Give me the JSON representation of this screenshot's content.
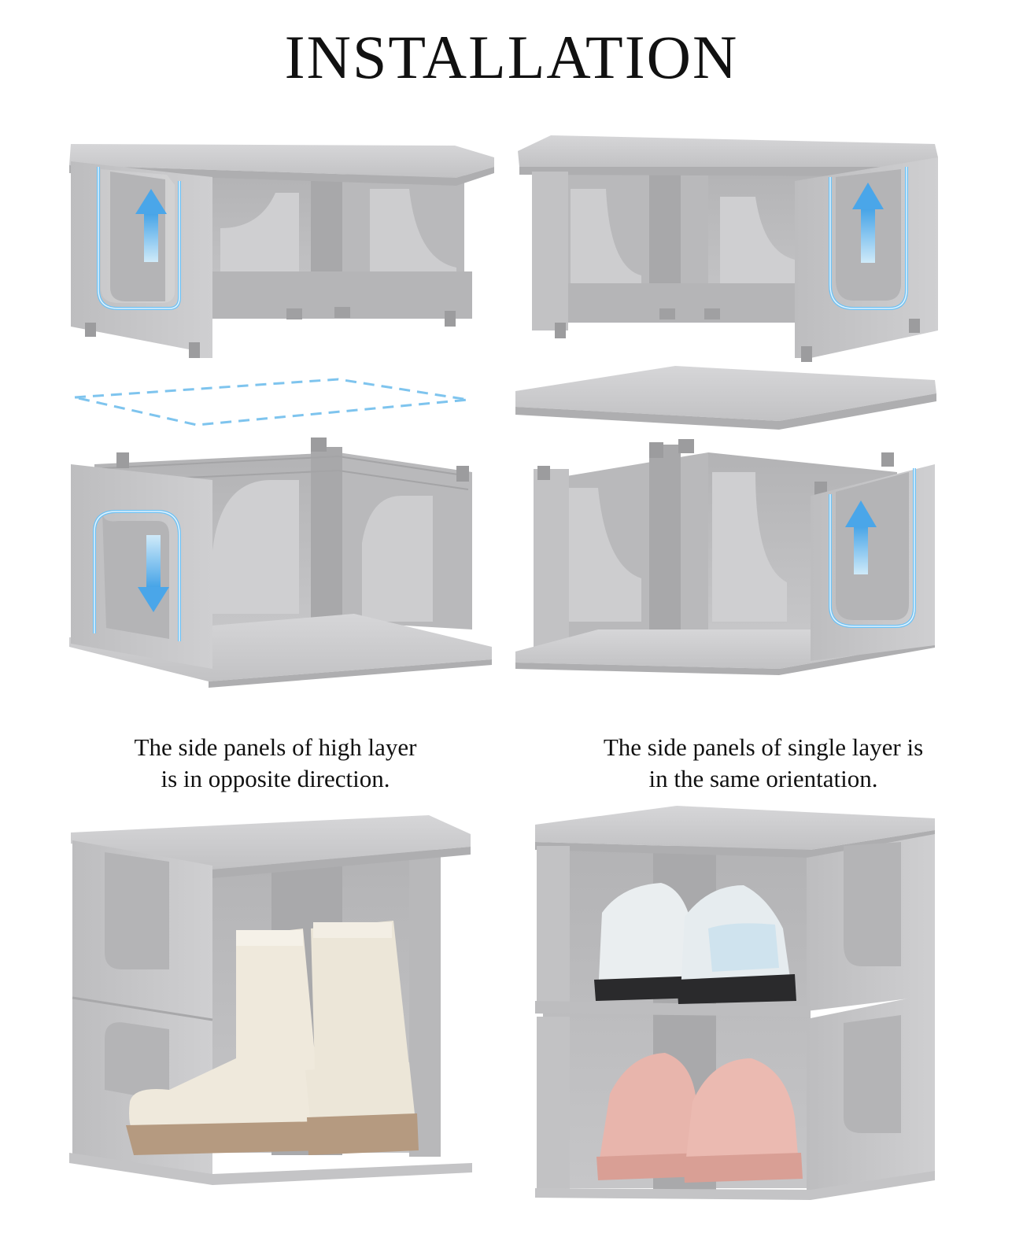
{
  "title": "INSTALLATION",
  "captions": {
    "left": {
      "line1": "The side panels of high layer",
      "line2": "is in opposite direction."
    },
    "right": {
      "line1": "The side panels of single layer is",
      "line2": "in the same orientation."
    }
  },
  "colors": {
    "panel": "#c4c4c6",
    "panel_dark": "#a9a9ab",
    "panel_light": "#dcdcde",
    "highlight_blue": "#4fa9e6",
    "arrow_blue": "#6cc0f0"
  },
  "icons": {
    "arrow_up": "arrow-up-icon",
    "arrow_down": "arrow-down-icon"
  }
}
